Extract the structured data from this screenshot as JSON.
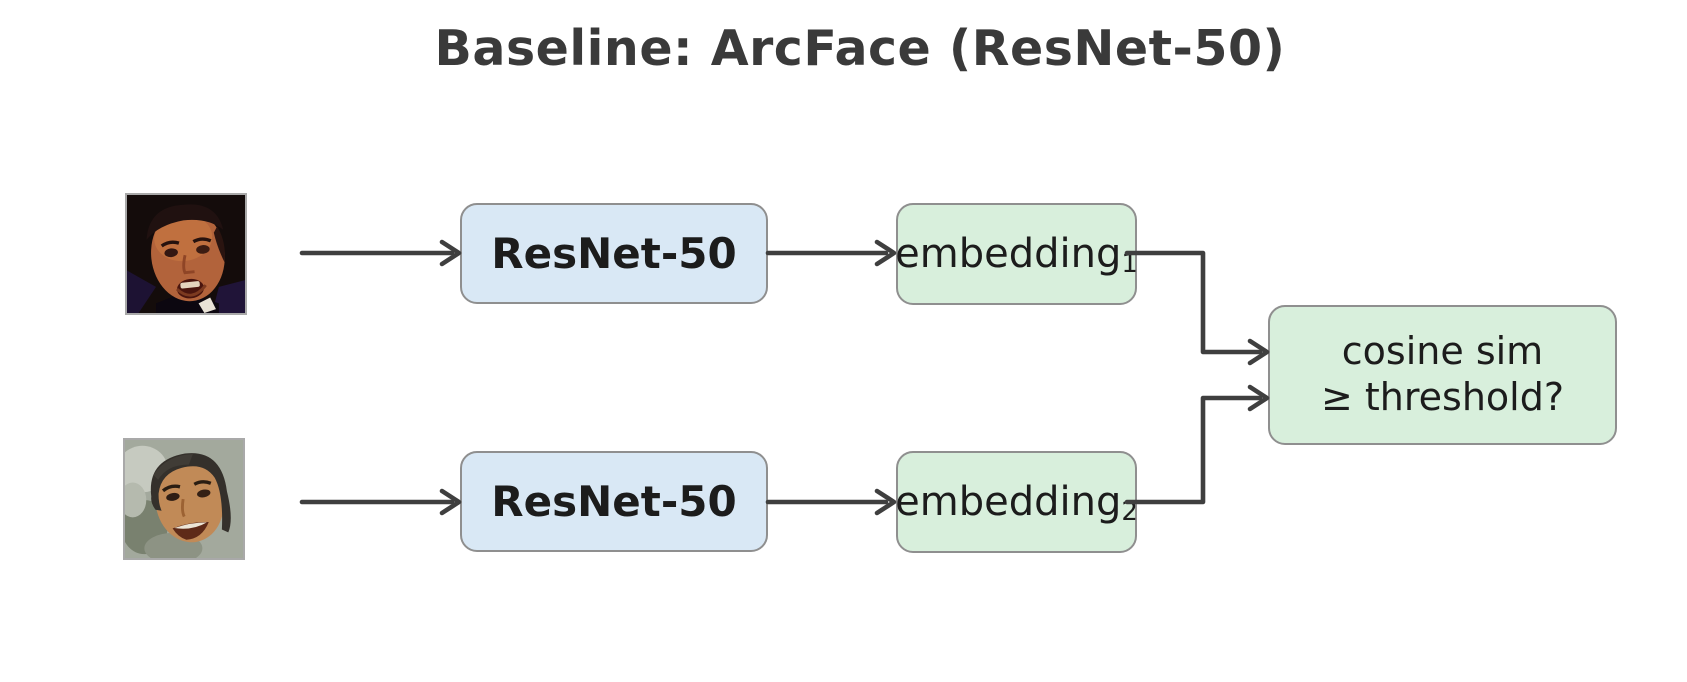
{
  "title": "Baseline: ArcFace (ResNet-50)",
  "colors": {
    "background": "#ffffff",
    "title_text": "#3a3a3a",
    "node_text": "#1c1c1c",
    "model_box_fill": "#d9e8f5",
    "embedding_box_fill": "#d8efdc",
    "decision_box_fill": "#d8efdc",
    "box_border": "#8f8f8f",
    "arrow": "#3f3f3f"
  },
  "pipeline": {
    "rows": [
      {
        "image_alt": "face photo 1",
        "model_label": "ResNet-50",
        "embedding_label": "embedding",
        "embedding_subscript": "1"
      },
      {
        "image_alt": "face photo 2",
        "model_label": "ResNet-50",
        "embedding_label": "embedding",
        "embedding_subscript": "2"
      }
    ],
    "decision": {
      "line1": "cosine sim",
      "line2": "≥ threshold?"
    }
  }
}
